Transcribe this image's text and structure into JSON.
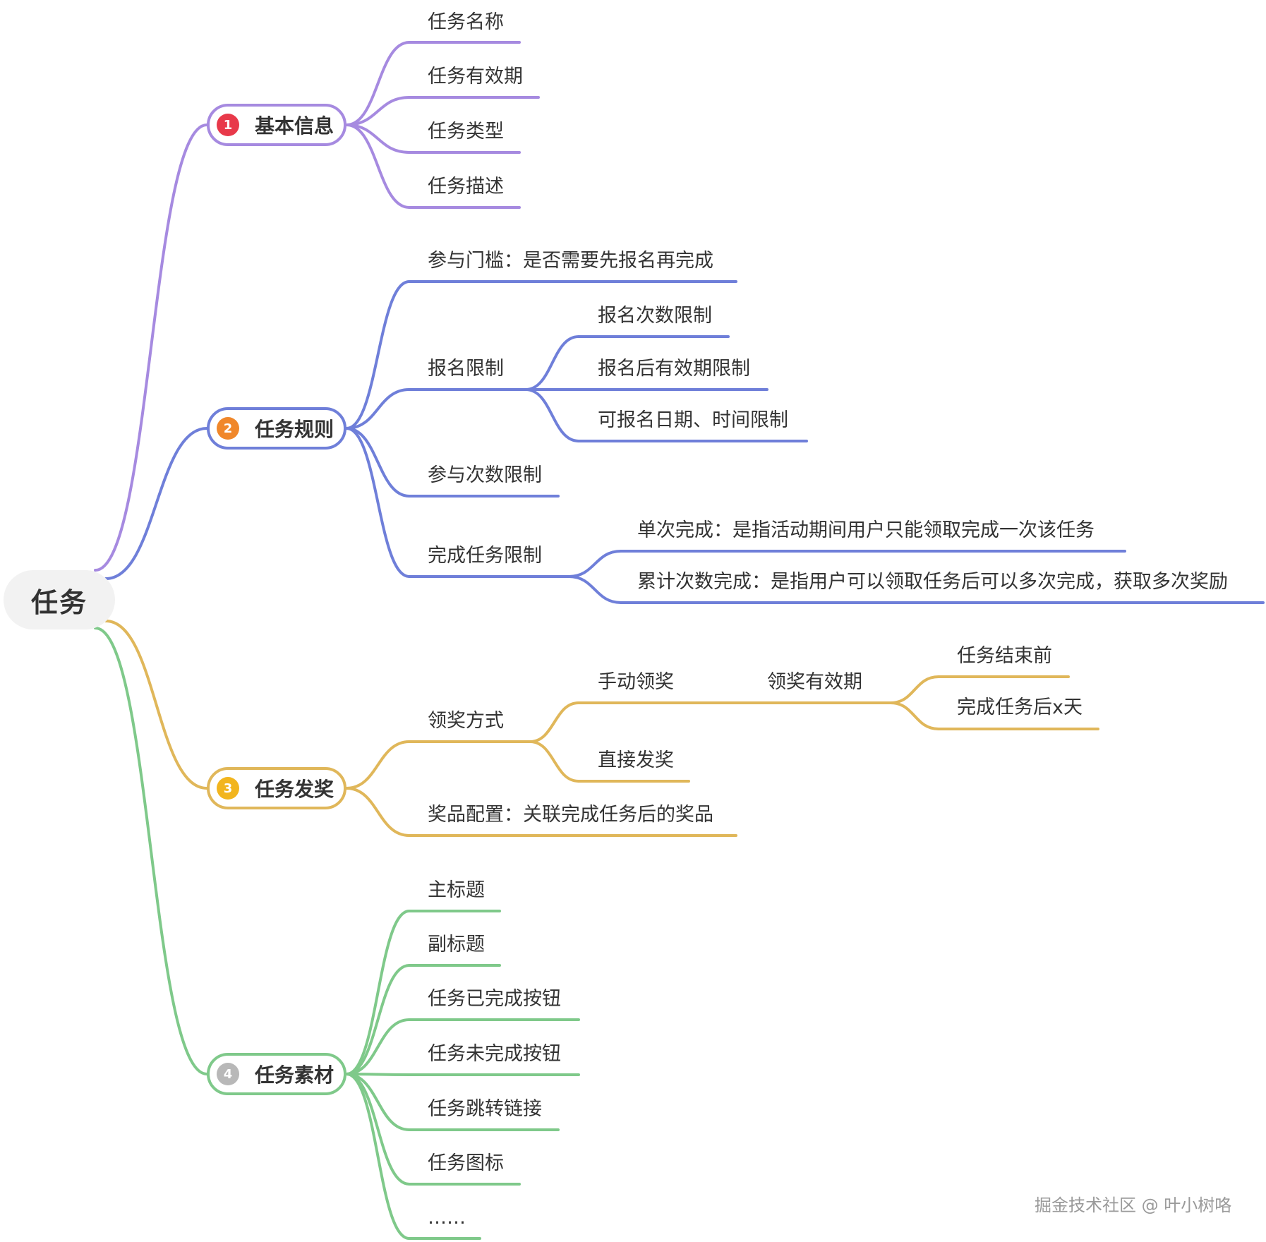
{
  "colors": {
    "purple": "#a68ae0",
    "blue": "#6f7fd9",
    "gold": "#e0b75a",
    "green": "#7fc98a",
    "badge1": "#e8394a",
    "badge2": "#f0872a",
    "badge3": "#f2b51e",
    "badge4": "#b8b8b8"
  },
  "root": {
    "label": "任务"
  },
  "branches": [
    {
      "label": "基本信息",
      "badge": "1",
      "children": [
        "任务名称",
        "任务有效期",
        "任务类型",
        "任务描述"
      ]
    },
    {
      "label": "任务规则",
      "badge": "2",
      "children": [
        {
          "label": "参与门槛：是否需要先报名再完成"
        },
        {
          "label": "报名限制",
          "children": [
            "报名次数限制",
            "报名后有效期限制",
            "可报名日期、时间限制"
          ]
        },
        {
          "label": "参与次数限制"
        },
        {
          "label": "完成任务限制",
          "children": [
            "单次完成：是指活动期间用户只能领取完成一次该任务",
            "累计次数完成：是指用户可以领取任务后可以多次完成，获取多次奖励"
          ]
        }
      ]
    },
    {
      "label": "任务发奖",
      "badge": "3",
      "children": [
        {
          "label": "领奖方式",
          "children": [
            {
              "label": "手动领奖",
              "children": [
                {
                  "label": "领奖有效期",
                  "children": [
                    "任务结束前",
                    "完成任务后x天"
                  ]
                }
              ]
            },
            {
              "label": "直接发奖"
            }
          ]
        },
        {
          "label": "奖品配置：关联完成任务后的奖品"
        }
      ]
    },
    {
      "label": "任务素材",
      "badge": "4",
      "children": [
        "主标题",
        "副标题",
        "任务已完成按钮",
        "任务未完成按钮",
        "任务跳转链接",
        "任务图标",
        "……"
      ]
    }
  ],
  "watermark": "掘金技术社区 @ 叶小树咯"
}
